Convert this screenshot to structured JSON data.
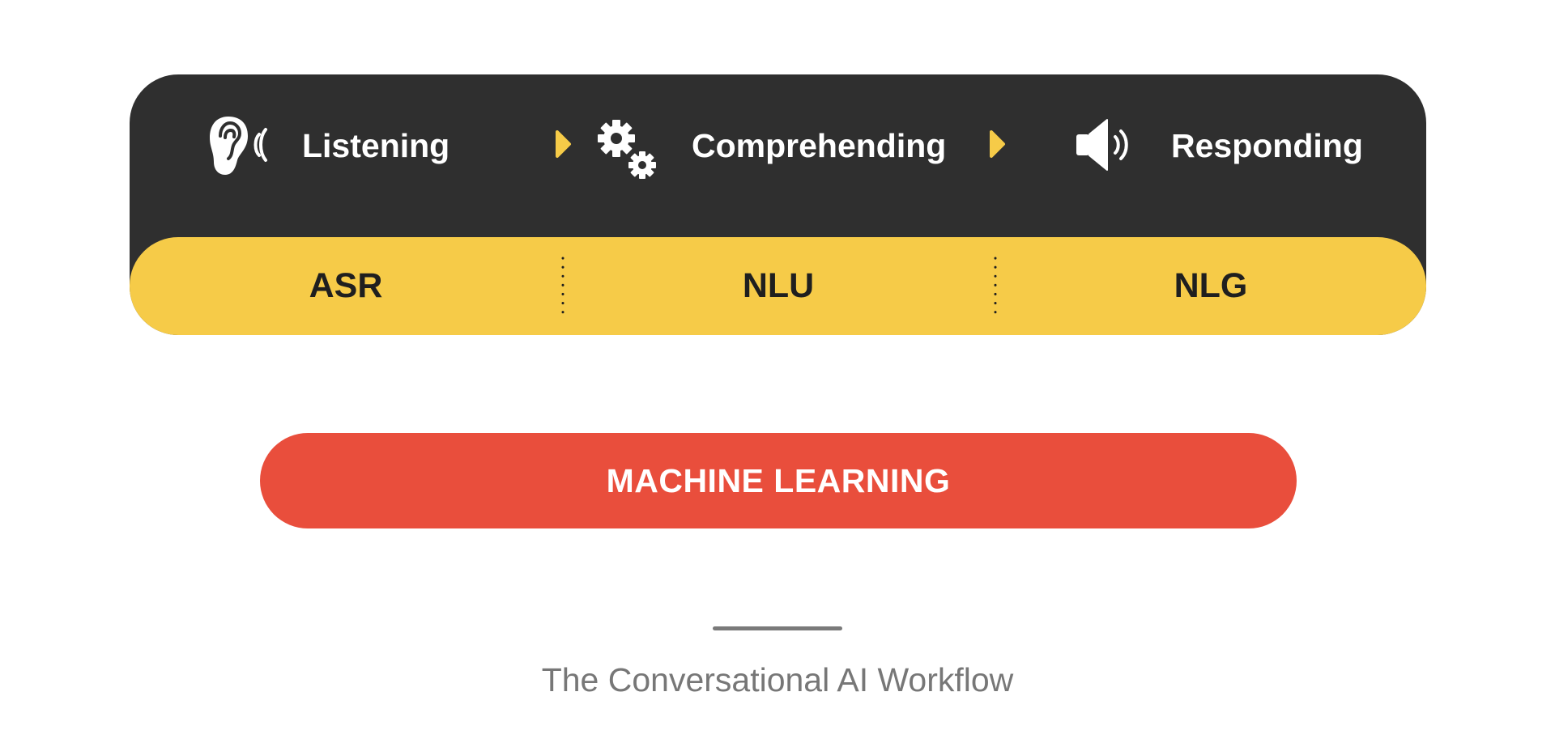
{
  "workflow": {
    "stages": [
      {
        "label": "Listening",
        "icon": "ear-icon"
      },
      {
        "label": "Comprehending",
        "icon": "gears-icon"
      },
      {
        "label": "Responding",
        "icon": "speaker-icon"
      }
    ],
    "arrow_icon": "triangle-right-icon",
    "components": [
      {
        "label": "ASR"
      },
      {
        "label": "NLU"
      },
      {
        "label": "NLG"
      }
    ]
  },
  "foundation": {
    "label": "MACHINE LEARNING"
  },
  "caption": "The Conversational AI Workflow",
  "colors": {
    "panel": "#2f2f2f",
    "band": "#f6cb48",
    "accent_arrow": "#f6cb48",
    "machine_learning": "#e94e3c",
    "caption": "#777777",
    "rule": "#7a7a7a"
  }
}
